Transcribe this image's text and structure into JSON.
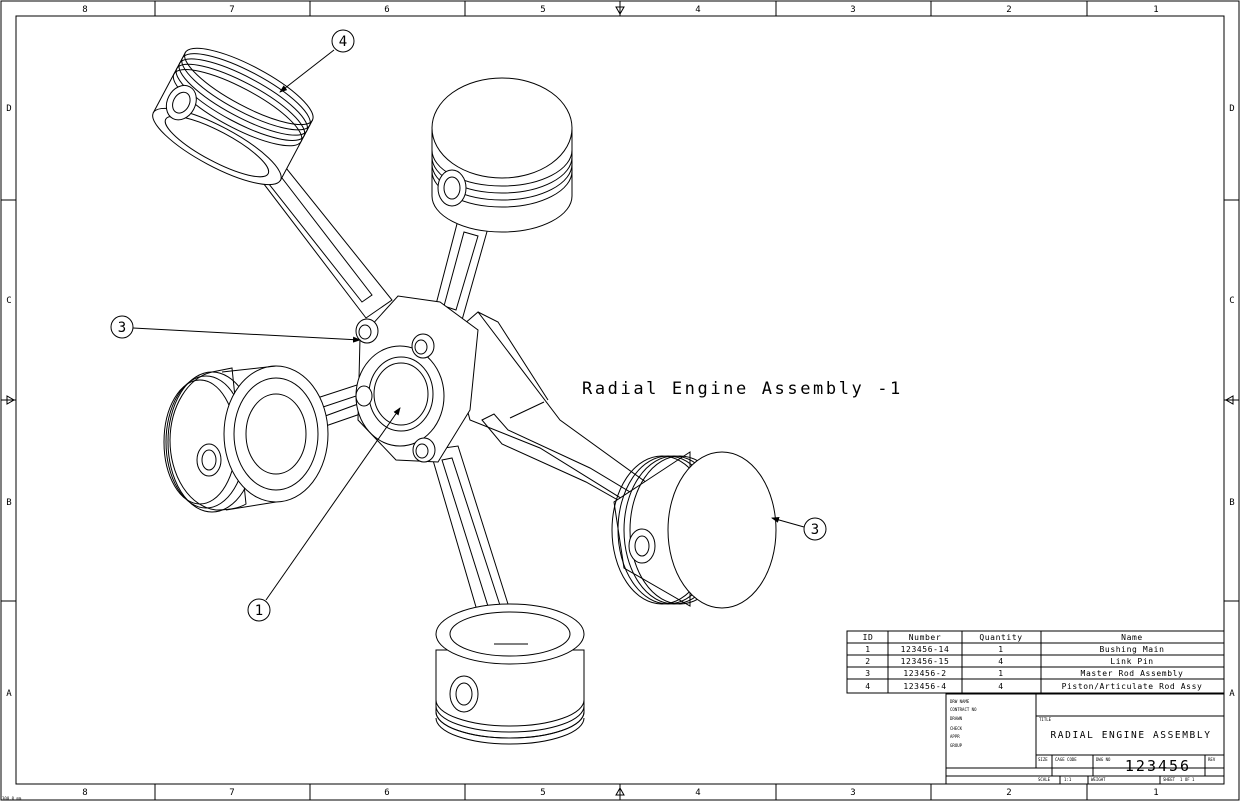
{
  "sheet": {
    "col_labels": [
      "8",
      "7",
      "6",
      "5",
      "4",
      "3",
      "2",
      "1"
    ],
    "row_labels": [
      "D",
      "C",
      "B",
      "A"
    ],
    "scale_note": "300.0 mm"
  },
  "drawing": {
    "title": "Radial Engine Assembly -1",
    "balloons": [
      "4",
      "3",
      "3",
      "1"
    ]
  },
  "bom": {
    "headers": [
      "ID",
      "Number",
      "Quantity",
      "Name"
    ],
    "rows": [
      [
        "1",
        "123456-14",
        "1",
        "Bushing Main"
      ],
      [
        "2",
        "123456-15",
        "4",
        "Link Pin"
      ],
      [
        "3",
        "123456-2",
        "1",
        "Master Rod Assembly"
      ],
      [
        "4",
        "123456-4",
        "4",
        "Piston/Articulate Rod Assy"
      ]
    ]
  },
  "title_block": {
    "sig_labels": [
      "DRW NAME",
      "CONTRACT NO",
      "DRAWN",
      "CHECK",
      "APPR",
      "GROUP"
    ],
    "title_label": "TITLE",
    "title": "RADIAL ENGINE ASSEMBLY",
    "size_label": "SIZE",
    "cage_label": "CAGE CODE",
    "dwg_no_label": "DWG NO",
    "dwg_no": "123456",
    "rev_label": "REV",
    "scale_label": "SCALE",
    "scale_value": "1:1",
    "weight_label": "WEIGHT",
    "sheet_label": "SHEET",
    "sheet_value": "1 OF 1"
  }
}
